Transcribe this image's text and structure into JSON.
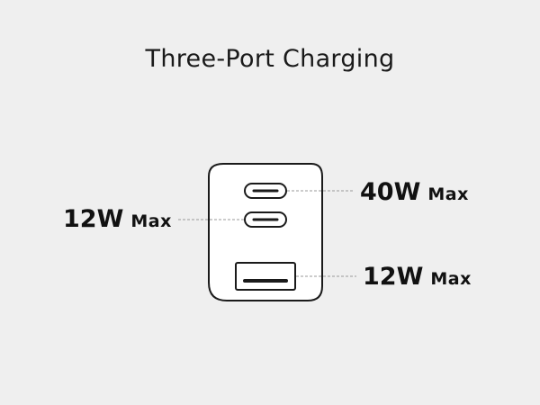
{
  "title": "Three-Port Charging",
  "ports": [
    {
      "id": "usb-c-1",
      "watt": "40W",
      "suffix": "Max"
    },
    {
      "id": "usb-c-2",
      "watt": "12W",
      "suffix": "Max"
    },
    {
      "id": "usb-a",
      "watt": "12W",
      "suffix": "Max"
    }
  ],
  "colors": {
    "background": "#efefef",
    "outline": "#1a1a1a",
    "device_fill": "#ffffff",
    "leader_line": "#9a9a9a"
  }
}
